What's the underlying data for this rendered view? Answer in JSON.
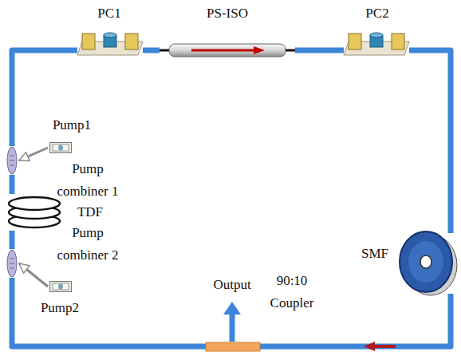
{
  "diagram": {
    "nodes": [
      {
        "text": [
          "PC1"
        ]
      },
      {
        "text": [
          "PS-ISO"
        ]
      },
      {
        "text": [
          "PC2"
        ]
      },
      {
        "text": [
          "Pump1"
        ]
      },
      {
        "text": [
          "Pump combiner 1"
        ]
      },
      {
        "text": [
          "TDF"
        ]
      },
      {
        "text": [
          "Pump combiner 2"
        ]
      },
      {
        "text": [
          "Pump2"
        ]
      },
      {
        "text": [
          "SMF"
        ]
      },
      {
        "text": [
          "90:10 Coupler"
        ]
      }
    ],
    "edges": [
      {
        "from": 0,
        "to": 1,
        "arrow": "none"
      },
      {
        "from": 1,
        "to": 2,
        "arrow": "none"
      },
      {
        "from": 2,
        "to": 8,
        "arrow": "none"
      },
      {
        "from": 8,
        "to": 9,
        "arrow": "none"
      },
      {
        "from": 9,
        "to": 6,
        "arrow": "none"
      },
      {
        "from": 6,
        "to": 5,
        "arrow": "none"
      },
      {
        "from": 5,
        "to": 4,
        "arrow": "none"
      },
      {
        "from": 4,
        "to": 0,
        "arrow": "none"
      },
      {
        "from": 3,
        "to": 4,
        "arrow": "to"
      },
      {
        "from": 7,
        "to": 6,
        "arrow": "to"
      }
    ],
    "labels": [
      "Output"
    ]
  }
}
